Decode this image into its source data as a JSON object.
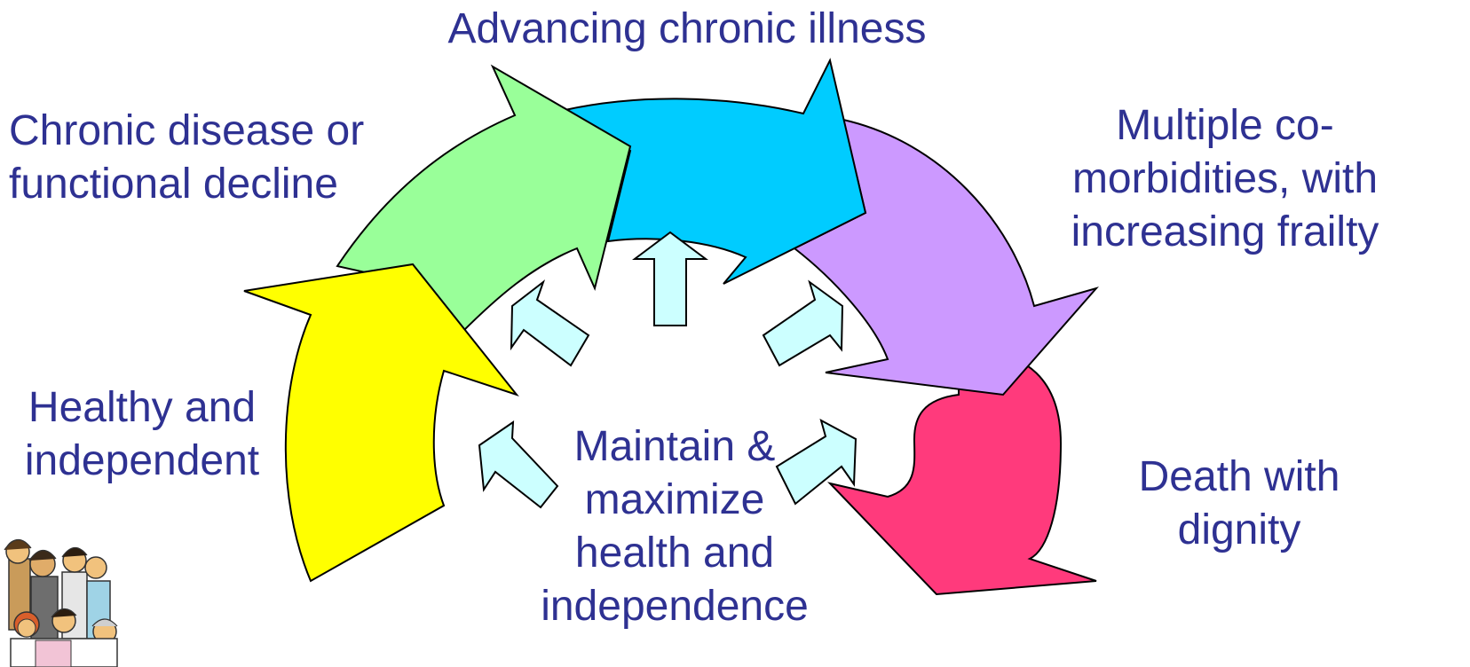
{
  "labels": {
    "advancing": "Advancing chronic illness",
    "chronic": [
      "Chronic disease or",
      "functional decline"
    ],
    "multiple": [
      "Multiple co-",
      "morbidities, with",
      "increasing frailty"
    ],
    "healthy": [
      "Healthy and",
      "independent"
    ],
    "death": [
      "Death with",
      "dignity"
    ],
    "center": [
      "Maintain &",
      "maximize",
      "health and",
      "independence"
    ]
  },
  "colors": {
    "text": "#2e3192",
    "healthy_arrow": "#ffff00",
    "chronic_arrow": "#99ff99",
    "advancing_arrow": "#00ccff",
    "multiple_arrow": "#cc99ff",
    "death_arrow": "#ff3a7c",
    "inner_arrows": "#ccffff"
  },
  "icons": {
    "people": "people-group-icon"
  }
}
